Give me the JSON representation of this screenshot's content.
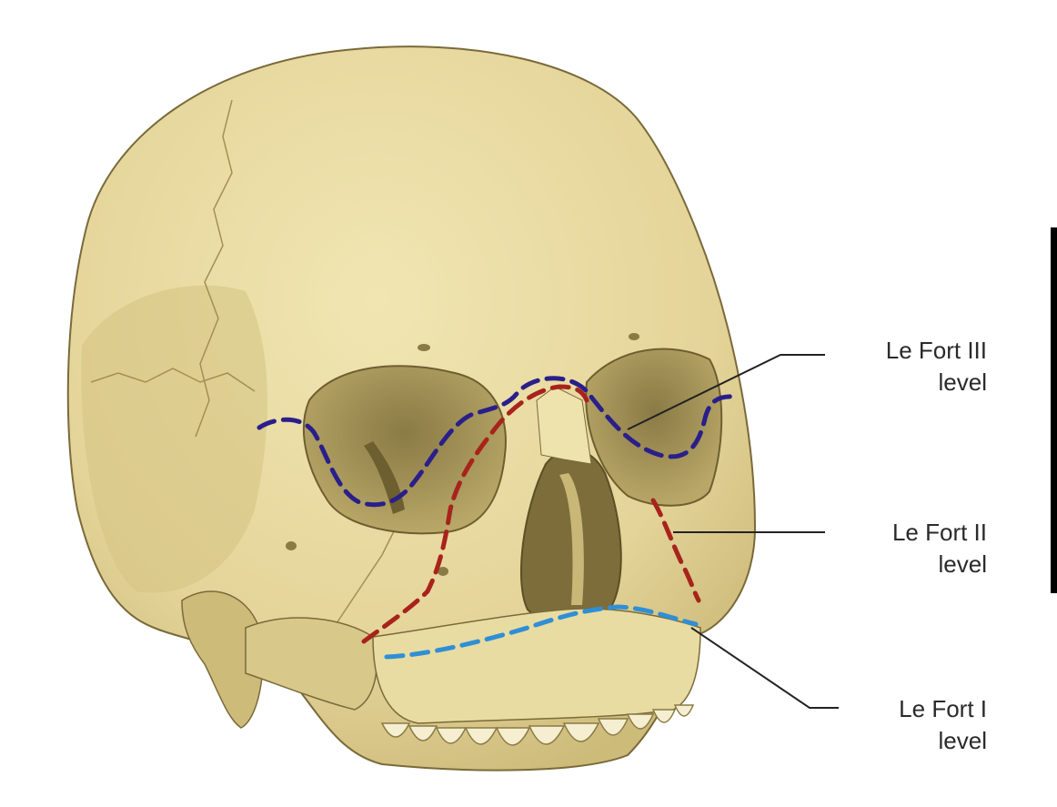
{
  "colors": {
    "bone": "#e9dca3",
    "bone_shadow": "#c2b376",
    "orbit": "#9a8a52",
    "le_fort_iii": "#2a1f8a",
    "le_fort_ii": "#a8231b",
    "le_fort_i": "#2f8fd6",
    "leader": "#222222"
  },
  "labels": [
    {
      "id": "le-fort-iii",
      "line1": "Le Fort III",
      "line2": "level"
    },
    {
      "id": "le-fort-ii",
      "line1": "Le Fort II",
      "line2": "level"
    },
    {
      "id": "le-fort-i",
      "line1": "Le Fort I",
      "line2": "level"
    }
  ]
}
